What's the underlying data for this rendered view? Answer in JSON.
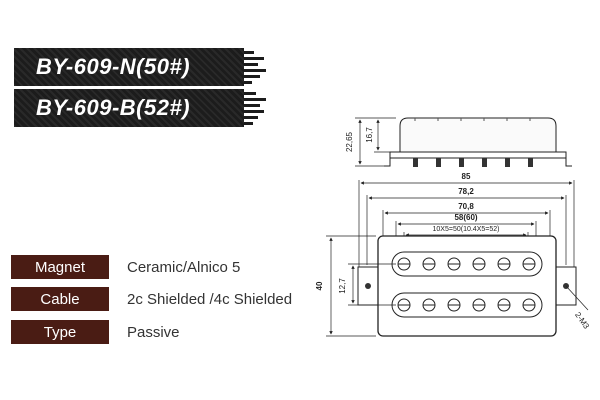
{
  "models": [
    "BY-609-N(50#)",
    "BY-609-B(52#)"
  ],
  "specs": [
    {
      "label": "Magnet",
      "value": "Ceramic/Alnico 5"
    },
    {
      "label": "Cable",
      "value": "2c Shielded /4c Shielded"
    },
    {
      "label": "Type",
      "value": "Passive"
    }
  ],
  "dimensions": {
    "height_total": "22,65",
    "height_cover": "16,7",
    "width_85": "85",
    "width_78": "78,2",
    "width_70": "70,8",
    "width_58": "58(60)",
    "pole_spacing": "10X5=50(10.4X5=52)",
    "height_40": "40",
    "coil_spacing": "12,7",
    "hole": "2-M3"
  },
  "colors": {
    "banner": "#1c1c1c",
    "label": "#4a1c14"
  }
}
